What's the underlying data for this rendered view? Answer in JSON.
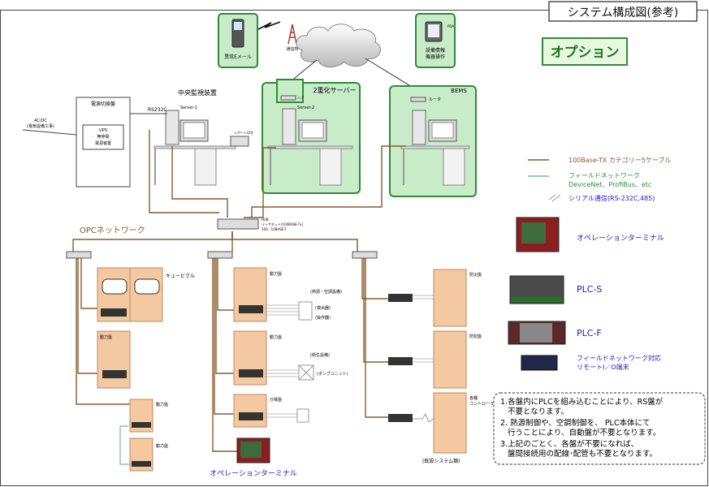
{
  "title": "システム構成図(参考)",
  "option_label": "オプション",
  "top": {
    "mobile_label": "異常Eメール",
    "antenna_label": "通信所",
    "pda_label": "設備情報\n機器操作",
    "pda_screen_label": "PDA"
  },
  "groups": {
    "central_label": "中央監視装置",
    "redundant_label": "2重化サーバー",
    "bems_label": "BEMS"
  },
  "devices": {
    "server1_label": "Server-1",
    "server2_label": "Server-2",
    "router_label": "ルータ",
    "printer_label": "レポート印字",
    "hub_label": "ハブ",
    "rs232c_label": "RS232C",
    "switch_label": "HUB\nイーサネット(100BASE-Tx)\n100／10BASE-T"
  },
  "ups": {
    "panel_label": "電源切換盤",
    "ups_label": "UPS\n無停電\n電源装置",
    "acdc_label": "AC/DC\n(電気設備工事)"
  },
  "opc_label": "OPCネットワーク",
  "panels": {
    "cubicle_label": "キュービクル",
    "power1_label": "動力盤",
    "power2_label": "動力盤",
    "power3_label": "動力盤",
    "power4_label": "動力盤",
    "power5_label": "動力盤",
    "dist_label": "分電盤",
    "disaster_label": "防災盤",
    "security_label": "防犯盤",
    "misc_label": "各種\nコントローラ類",
    "heat_label": "(熱源・空調設備)",
    "sensor_label": "(検出器)",
    "actuator_label": "(操作器)",
    "sanitary_label": "(衛生設備)",
    "pump_label": "(ポンプユニット)",
    "existing_label": "(既設システム類)",
    "op_terminal_bottom": "オペレーションターミナル"
  },
  "legend": {
    "ethernet": "100Base-TX カテゴリー5ケーブル",
    "field_network_line1": "フィールドネットワーク",
    "field_network_line2": "DeviceNet、ProfiBus、etc",
    "serial": "シリアル通信(RS-232C,485)"
  },
  "options": {
    "op_terminal": "オペレーションターミナル",
    "plc_s": "PLC-S",
    "plc_f": "PLC-F",
    "remote_io_line1": "フィールドネットワーク対応",
    "remote_io_line2": "リモートI／O端末"
  },
  "notes": [
    "1.各盤内にPLCを組み込むことにより、RS盤が",
    "   不要となります。",
    "2. 熱源制御や、空調制御を、 PLC本体にて",
    "   行うことにより、自動盤が不要となります。",
    "3.上記のごとく、各盤が不要になれば、",
    "   盤間接続用の配線･配管も不要となります。"
  ],
  "colors": {
    "ethernet": "#8b5a2b",
    "field": "#7ab8a8",
    "group_fill": "#c8ecc8",
    "group_stroke": "#2e8b3a",
    "panel": "#f4c8a0",
    "panel_stroke": "#c08860",
    "blue_text": "#1a1acc",
    "option_green": "#1e7a1e",
    "title_red": "#c03020"
  }
}
